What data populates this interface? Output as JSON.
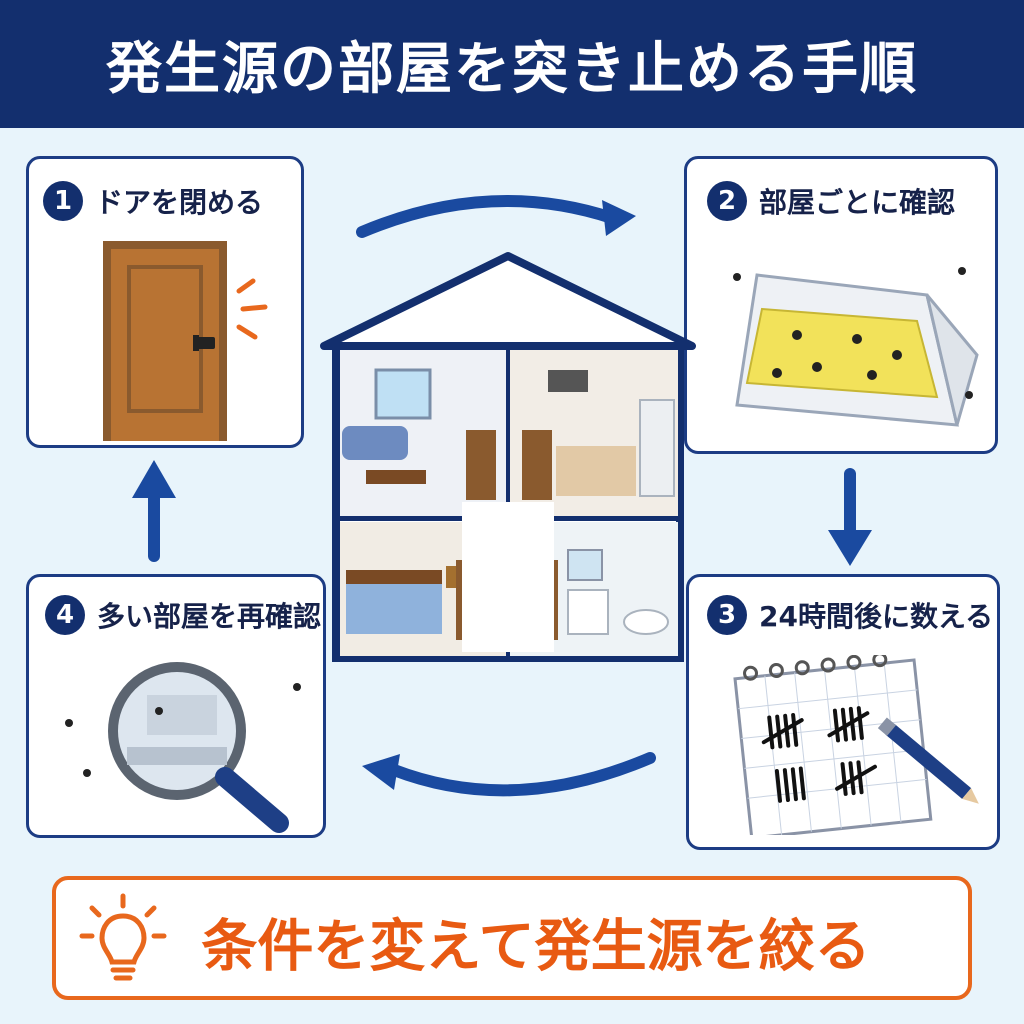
{
  "header": {
    "title": "発生源の部屋を突き止める手順"
  },
  "steps": [
    {
      "number": "1",
      "label": "ドアを閉める",
      "icon": "door-icon"
    },
    {
      "number": "2",
      "label": "部屋ごとに確認",
      "icon": "sticky-trap-icon"
    },
    {
      "number": "3",
      "label": "24時間後に数える",
      "icon": "tally-notepad-icon"
    },
    {
      "number": "4",
      "label": "多い部屋を再確認",
      "icon": "magnifier-icon"
    }
  ],
  "house": {
    "icon": "house-cutaway-icon",
    "rooms": [
      "living-room",
      "kitchen",
      "bedroom",
      "bathroom"
    ]
  },
  "cycle_arrows": [
    "arrow-1-to-2",
    "arrow-2-to-3",
    "arrow-3-to-4",
    "arrow-4-to-1"
  ],
  "tip": {
    "text": "条件を変えて発生源を絞る",
    "icon": "lightbulb-icon"
  },
  "colors": {
    "navy": "#132f6e",
    "arrow": "#1a4aa0",
    "accent": "#e8681d",
    "trap_yellow": "#f2e25a"
  }
}
